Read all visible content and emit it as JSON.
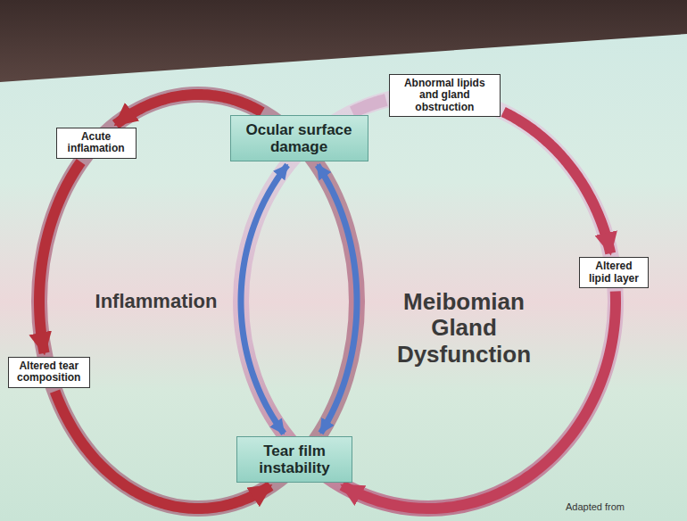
{
  "diagram": {
    "caption": "Adapted from",
    "nodes": [
      {
        "text": [
          "Abnormal lipids and gland obstruction"
        ]
      },
      {
        "text": [
          "Ocular surface damage"
        ]
      },
      {
        "text": [
          "Acute inflamation"
        ]
      },
      {
        "text": [
          "Altered lipid layer"
        ]
      },
      {
        "text": [
          "Altered tear composition"
        ]
      },
      {
        "text": [
          "Tear film instability"
        ]
      }
    ],
    "edges": [
      {
        "from": 1,
        "to": 2,
        "arrow": "to"
      },
      {
        "from": 2,
        "to": 4,
        "arrow": "to"
      },
      {
        "from": 4,
        "to": 5,
        "arrow": "to"
      },
      {
        "from": 5,
        "to": 1,
        "arrow": "both"
      },
      {
        "from": 0,
        "to": 3,
        "arrow": "to"
      },
      {
        "from": 3,
        "to": 5,
        "arrow": "to"
      },
      {
        "from": 5,
        "to": 1,
        "arrow": "both"
      },
      {
        "from": 1,
        "to": 0,
        "arrow": "none"
      }
    ],
    "labels": [
      "Inflammation",
      "Meibomian Gland Dysfunction"
    ]
  }
}
